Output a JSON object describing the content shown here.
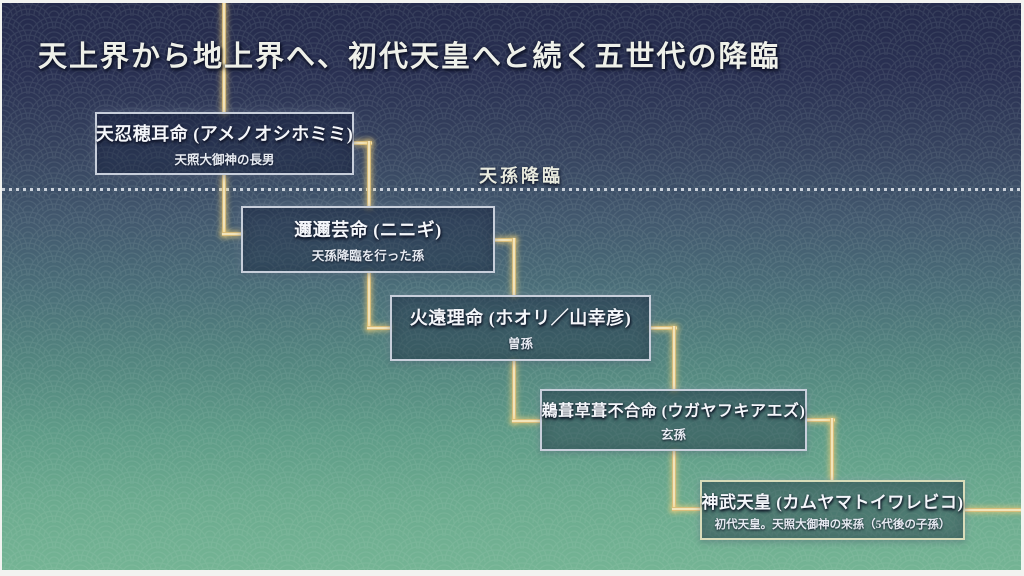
{
  "slide": {
    "title": "天上界から地上界へ、初代天皇へと続く五世代の降臨",
    "divider_label": "天孫降臨"
  },
  "lineage": [
    {
      "title": "天忍穂耳命 (アメノオシホミミ)",
      "note": "天照大御神の長男"
    },
    {
      "title": "邇邇芸命 (ニニギ)",
      "note": "天孫降臨を行った孫"
    },
    {
      "title": "火遠理命 (ホオリ／山幸彦)",
      "note": "曽孫"
    },
    {
      "title": "鵜葺草葺不合命 (ウガヤフキアエズ)",
      "note": "玄孫"
    },
    {
      "title": "神武天皇 (カムヤマトイワレビコ)",
      "note": "初代天皇。天照大御神の来孫（5代後の子孫）"
    }
  ],
  "colors": {
    "sky_top": "#252b4c",
    "ground_bottom": "#74b494",
    "connector_gold": "#f5e7b8",
    "connector_glow": "#e0b964",
    "node_border": "#c8cfdb",
    "node_border_last": "#d8dcba",
    "divider_dot": "#e3e8ef",
    "text_primary": "#f4f6fa"
  }
}
